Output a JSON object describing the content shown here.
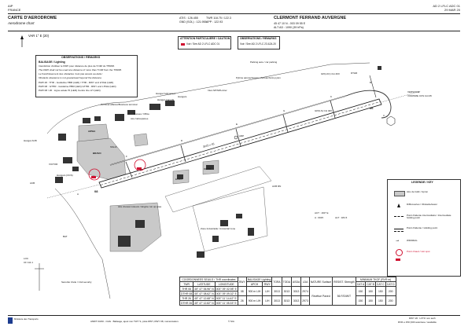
{
  "header": {
    "left_line1": "AIP",
    "left_line2": "FRANCE",
    "right_line1": "AD 2 LFLC ADC 01",
    "right_line2": "29 MAR 20",
    "title": "CARTE D'AERODROME",
    "subtitle": "Aerodrome chart",
    "atis": "ATIS : 126.455",
    "twr": "TWR 118.75 / 122.3",
    "gnd": "GND (SOL) : 121.955",
    "app": "APP : 122.93",
    "airport_name": "CLERMONT FERRAND AUVERGNE",
    "coords": "45 47 10 N - 003 09 55 E",
    "alt": "ALT AD : 1090 (39 hPa)"
  },
  "var": "VAR 1° E (20)",
  "attention": {
    "title": "ATTENTION PARTICULIERE / CAUTION",
    "text": "Voir / See AD 2 LFLC ADC 01"
  },
  "observations": {
    "title": "OBSERVATIONS / REMARKS",
    "text": "Voir / See AD 2 LFLC 23 &24-20"
  },
  "remarks": {
    "title": "OBSERVATIONS / REMARKS",
    "balisage_title": "BALISAGE / Lighting",
    "lines": [
      "Interdiction d'utiliser le PAPI pour distance de plus de 5 NM du THR08.",
      "The PAPI shall not be used at a distance of more than 5 NM from the THR08.",
      "Le franchissement des obstacles n'est pas assuré au-delà /",
      "Obstacle clearance is not guaranteed beyond the distance.",
      "PAPI 26 : THR - Guideline HBR (LED) / THR - RWY end LH/LE (LED)",
      "PAPI 08 : GTHR - Guideline HBR (LED) GTHR - RWY end LH/LE (LED)",
      "PAPI 08 / 26 : Ligne axiale HI (LED) Centre line LH (LED)"
    ]
  },
  "map": {
    "labels": {
      "parking_auto": "Parking auto / car parking",
      "pylone": "Pylône aérotechnique / Aerotechnics pylon",
      "ops": "Bureau / Office",
      "hangars_top": "Hangars",
      "hangar_c": "Hangar Canada",
      "terminal": "Terminal affaires/Business terminal",
      "hangar_heli": "Hangar hélicoptère",
      "heli_area": "Aire hélicoptères",
      "hangar_acb": "Hangar ACB",
      "apron_b": "AlPHA",
      "apron_main": "BRAVO",
      "fire": "SSLIA",
      "victor": "VICTOR",
      "hangars_ocs": "Hangars (OCS)",
      "acb": "ACB",
      "acb_rn": "ACB RN",
      "echo": "ECHO",
      "delta": "DELTA",
      "engine_test": "Aire d'essai moteurs / Engine run up area",
      "industrial": "Zone Industrielle / Industrial zone",
      "bat": "BAT",
      "security": "Sécurité Civile / Civil security",
      "loc": "LOC",
      "loc_freq": "CF 111.1",
      "twy_f": "F",
      "twy_d": "D",
      "twy_e": "E",
      "twy_g": "G",
      "twy_k": "K",
      "vor": "VOR/DME CFN 114.35",
      "vor_title": "VERSIONE",
      "glide": "GP(LOC) CH 46X",
      "glide2": "GP(ILS) CH 46X",
      "dme": "DTHR",
      "twy_sp": "Inter-SP/SPA-Inter",
      "b_label": "B",
      "c_label": "C",
      "a_label": "A",
      "rwy_26": "26",
      "rwy_08": "08",
      "rwy_dim": "3015 x 45",
      "arp_label": "ARP",
      "act_note": "ACT : 160° E",
      "a_lat": "A : 0015",
      "a_alt": "ALT : 184 ft"
    }
  },
  "legend": {
    "title": "LEGENDE / KEY",
    "items": [
      "Aire de trafic / Apron",
      "Difficovertes / Obstacle/tower",
      "Point d'attente intermédiaire / Intermediate holding point",
      "Point d'attente / Holding point",
      "WDI/MAG",
      "Point chaud / Hot spot"
    ]
  },
  "table": {
    "col_codes": "COORDONNEES SEUILS / THR coordinates",
    "col_rwy": "RWY",
    "col_twy_light": "BALISAGE Lighting",
    "sub_codes": "TWR",
    "sub_lat": "LATITUDE",
    "sub_long": "LONGITUDE",
    "sub_apch": "APCH",
    "sub_rwy": "RWY",
    "h_tora": "TORA",
    "h_toda": "TODA",
    "h_asda": "ASDA",
    "h_lda": "LDA",
    "h_nature": "NATURE Surface",
    "h_resist": "RESIST. Strength",
    "h_min": "MINIMUM TKOF (RVR m)",
    "h_cat_a": "CAT A",
    "h_cat_b": "CAT B",
    "h_cat_c": "CAT C",
    "h_cat_d": "CAT D",
    "rows": [
      [
        "THR 08",
        "45° 47' 06.96\" N",
        "003° 09' 02.98\" E"
      ],
      [
        "DTHR 08",
        "45° 47' 08.62\" N",
        "003° 09' 09.32\" E"
      ],
      [
        "THR 26",
        "45° 47' 12.68\" N",
        "003° 11' 14.42\" E"
      ],
      [
        "DTHR 26",
        "45° 47' 12.82\" N",
        "003° 11' 05.33\" E"
      ]
    ],
    "rwy_rows": [
      [
        "08",
        "900 m LIH",
        "LIH",
        "3013",
        "3013",
        "3013",
        "2974"
      ],
      [
        "26",
        "900 m LIH",
        "LIH",
        "3013",
        "3013",
        "3013",
        "2973"
      ]
    ],
    "nature": "Revêtue Paved",
    "resist": "56 F/D/W/T",
    "min_rows": [
      [
        "150",
        "150",
        "150",
        "200"
      ],
      [
        "150",
        "150",
        "150",
        "200"
      ]
    ],
    "rwy_note": "RWY 26 : LVTO non auth",
    "rvr_note": "RVR ≥ 150 (300 autorisée / available"
  },
  "footer": {
    "amdt": "AMDT 03/20 - CHG : Balisage, ajout non TWY S, piste RWY, RWY 08, numérotation.",
    "code": "© SIA",
    "logo_text": "Ministère des Transports"
  }
}
